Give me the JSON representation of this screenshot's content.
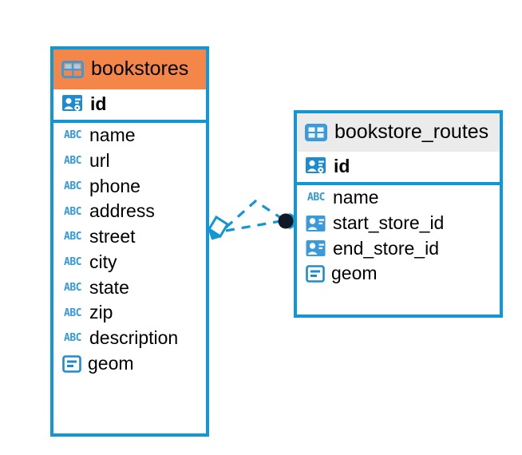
{
  "diagram": {
    "type": "entity-relationship-diagram",
    "background": "#ffffff",
    "accent_color": "#1296d4",
    "highlight_color": "#f4864a",
    "header_gray": "#ebebeb",
    "text_color": "#000000"
  },
  "entities": [
    {
      "name": "bookstores",
      "header_style": "highlighted-orange",
      "icon": "table-icon",
      "fields": [
        {
          "label": "id",
          "icon": "primary-key-icon",
          "key": true
        },
        {
          "label": "name",
          "icon": "abc-text-icon",
          "key": false
        },
        {
          "label": "url",
          "icon": "abc-text-icon",
          "key": false
        },
        {
          "label": "phone",
          "icon": "abc-text-icon",
          "key": false
        },
        {
          "label": "address",
          "icon": "abc-text-icon",
          "key": false
        },
        {
          "label": "street",
          "icon": "abc-text-icon",
          "key": false
        },
        {
          "label": "city",
          "icon": "abc-text-icon",
          "key": false
        },
        {
          "label": "state",
          "icon": "abc-text-icon",
          "key": false
        },
        {
          "label": "zip",
          "icon": "abc-text-icon",
          "key": false
        },
        {
          "label": "description",
          "icon": "abc-text-icon",
          "key": false
        },
        {
          "label": "geom",
          "icon": "geometry-icon",
          "key": false
        }
      ]
    },
    {
      "name": "bookstore_routes",
      "header_style": "default-gray",
      "icon": "table-icon",
      "fields": [
        {
          "label": "id",
          "icon": "primary-key-icon",
          "key": true
        },
        {
          "label": "name",
          "icon": "abc-text-icon",
          "key": false
        },
        {
          "label": "start_store_id",
          "icon": "foreign-key-icon",
          "key": false
        },
        {
          "label": "end_store_id",
          "icon": "foreign-key-icon",
          "key": false
        },
        {
          "label": "geom",
          "icon": "geometry-icon",
          "key": false
        }
      ]
    }
  ],
  "relationships": [
    {
      "from": "bookstores",
      "to": "bookstore_routes",
      "line_style": "dashed",
      "color": "#1296d4",
      "source_marker": "diamond-crowsfoot-marker",
      "target_marker": "filled-circle-marker"
    },
    {
      "from": "bookstores",
      "to": "bookstore_routes",
      "line_style": "dashed",
      "color": "#1296d4",
      "source_marker": "diamond-crowsfoot-marker",
      "target_marker": "filled-circle-marker"
    }
  ]
}
